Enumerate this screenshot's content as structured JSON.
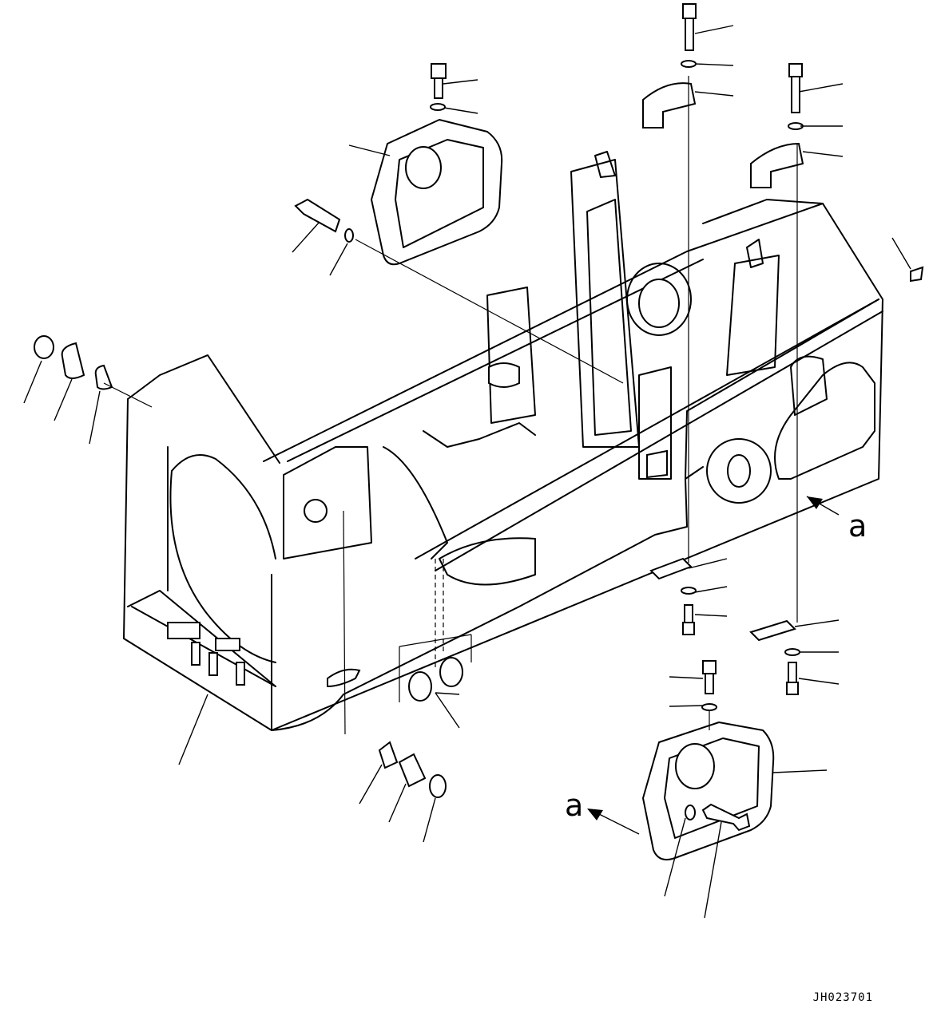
{
  "view_marker": {
    "letter_right": "a",
    "letter_left": "a"
  },
  "drawing_code": "JH023701"
}
